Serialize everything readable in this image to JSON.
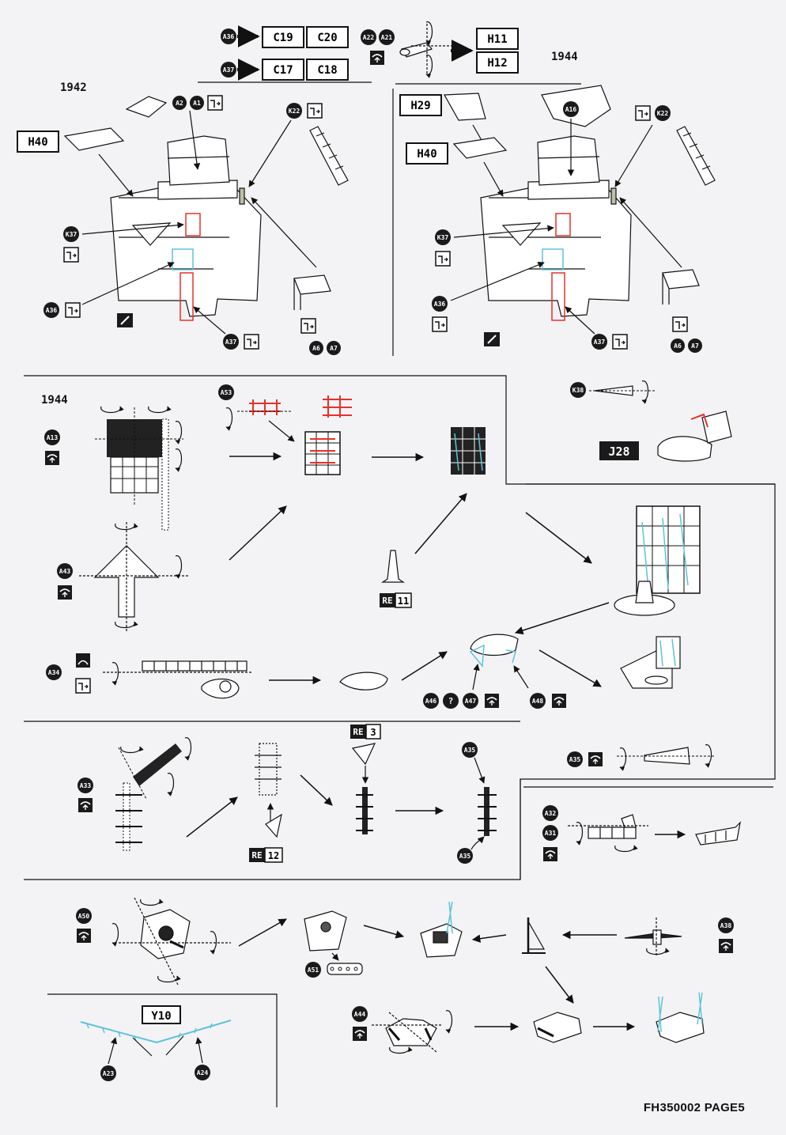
{
  "years": {
    "left_top": "1942",
    "right_top": "1944",
    "mid": "1944"
  },
  "footer": "FH350002 PAGE5",
  "colors": {
    "ink": "#111111",
    "red_part": "#e8302a",
    "cyan_part": "#5ec3d8",
    "paper": "#f3f3f5"
  },
  "boxes": {
    "C19": "C19",
    "C20": "C20",
    "C17": "C17",
    "C18": "C18",
    "H11": "H11",
    "H12": "H12",
    "H40": "H40",
    "H29": "H29",
    "J28": "J28",
    "Y10": "Y10",
    "RE11_a": "RE",
    "RE11_b": "11",
    "RE3_a": "RE",
    "RE3_b": "3",
    "RE12_a": "RE",
    "RE12_b": "12"
  },
  "callouts": {
    "A36": "A36",
    "A37": "A37",
    "A22": "A22",
    "A21": "A21",
    "A2": "A2",
    "A1": "A1",
    "K22": "K22",
    "K37": "K37",
    "A6": "A6",
    "A7": "A7",
    "A16": "A16",
    "K38": "K38",
    "A13": "A13",
    "A53": "A53",
    "A43": "A43",
    "A34": "A34",
    "A46": "A46",
    "Q": "?",
    "A47": "A47",
    "A48": "A48",
    "A33": "A33",
    "A35": "A35",
    "A32": "A32",
    "A31": "A31",
    "A50": "A50",
    "A51": "A51",
    "A38": "A38",
    "A44": "A44",
    "A23": "A23",
    "A24": "A24"
  },
  "icons": [
    "bend-icon",
    "fold-icon",
    "cut-icon",
    "paint-icon",
    "rotate-arrow-icon",
    "step-arrow-icon"
  ]
}
